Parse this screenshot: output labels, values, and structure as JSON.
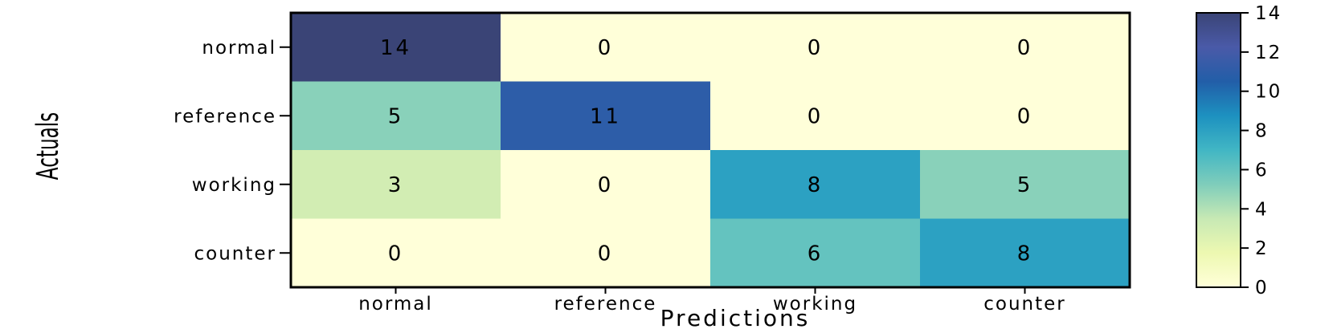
{
  "chart_data": {
    "type": "heatmap",
    "title": "",
    "xlabel": "Predictions",
    "ylabel": "Actuals",
    "x_categories": [
      "normal",
      "reference",
      "working",
      "counter"
    ],
    "y_categories": [
      "normal",
      "reference",
      "working",
      "counter"
    ],
    "values": [
      [
        14,
        0,
        0,
        0
      ],
      [
        5,
        11,
        0,
        0
      ],
      [
        3,
        0,
        8,
        5
      ],
      [
        0,
        0,
        6,
        8
      ]
    ],
    "colormap": "YlGnBu",
    "color_range": [
      0,
      14
    ],
    "colorbar": {
      "ticks": [
        0,
        2,
        4,
        6,
        8,
        10,
        12,
        14
      ],
      "tick_labels": [
        "0",
        "2",
        "4",
        "6",
        "8",
        "10",
        "12",
        "14"
      ]
    }
  }
}
